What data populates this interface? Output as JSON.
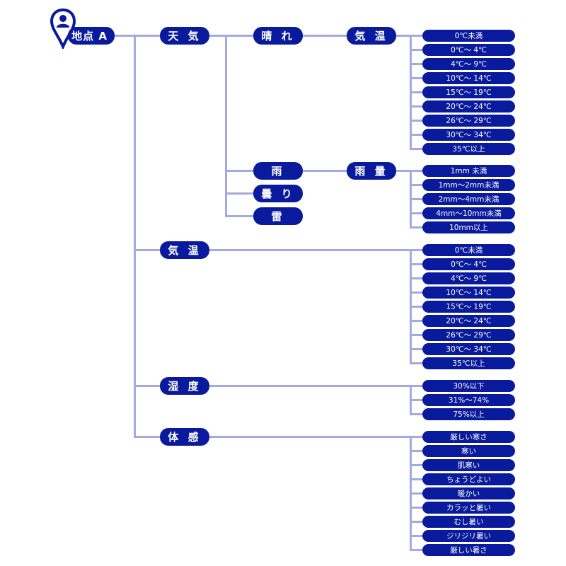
{
  "colors": {
    "node": "#0a1a9c",
    "line": "#a3aadf",
    "text": "#ffffff"
  },
  "root": {
    "label": "地点 A",
    "icon": "location-pin-person-icon"
  },
  "temp_ranges": [
    "0℃未満",
    "0℃～ 4℃",
    "4℃～ 9℃",
    "10℃～ 14℃",
    "15℃～ 19℃",
    "20℃～ 24℃",
    "26℃～ 29℃",
    "30℃～ 34℃",
    "35℃以上"
  ],
  "tree": [
    {
      "label": "天 気",
      "children": [
        {
          "label": "晴 れ",
          "child": {
            "label": "気 温",
            "leaves": [
              "0℃未満",
              "0℃～ 4℃",
              "4℃～ 9℃",
              "10℃～ 14℃",
              "15℃～ 19℃",
              "20℃～ 24℃",
              "26℃～ 29℃",
              "30℃～ 34℃",
              "35℃以上"
            ]
          }
        },
        {
          "label": "雨",
          "child": {
            "label": "雨 量",
            "leaves": [
              "1mm 未満",
              "1mm～2mm未満",
              "2mm～4mm未満",
              "4mm～10mm未満",
              "10mm以上"
            ]
          }
        },
        {
          "label": "曇 り"
        },
        {
          "label": "雷"
        }
      ]
    },
    {
      "label": "気 温",
      "leaves": [
        "0℃未満",
        "0℃～ 4℃",
        "4℃～ 9℃",
        "10℃～ 14℃",
        "15℃～ 19℃",
        "20℃～ 24℃",
        "26℃～ 29℃",
        "30℃～ 34℃",
        "35℃以上"
      ]
    },
    {
      "label": "湿 度",
      "leaves": [
        "30%以下",
        "31%～74%",
        "75%以上"
      ]
    },
    {
      "label": "体 感",
      "leaves": [
        "厳しい寒さ",
        "寒い",
        "肌寒い",
        "ちょうどよい",
        "暖かい",
        "カラッと暑い",
        "むし暑い",
        "ジリジリ暑い",
        "厳しい暑さ"
      ]
    }
  ]
}
